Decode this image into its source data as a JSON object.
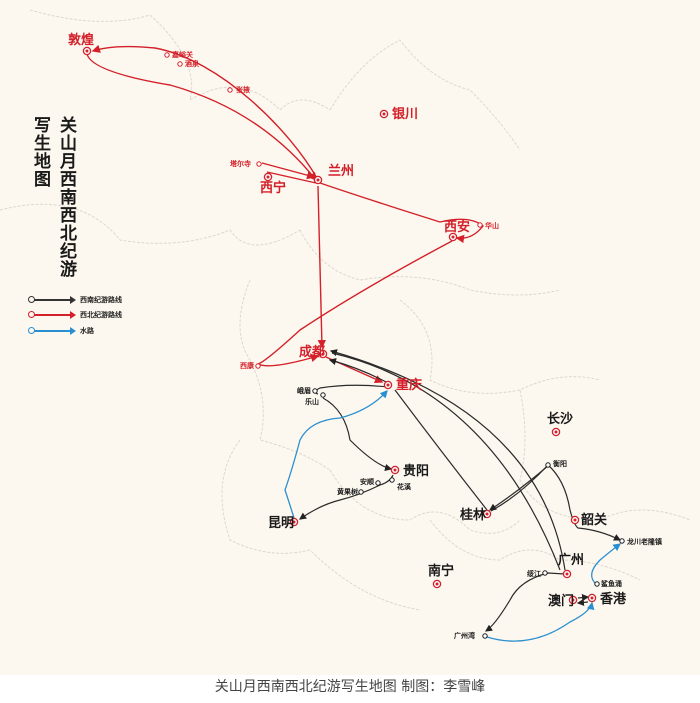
{
  "title_col1": "关山月西南西北纪游",
  "title_col2": "写生地图",
  "legend": [
    {
      "label": "西南纪游路线",
      "color": "#333333"
    },
    {
      "label": "西北纪游路线",
      "color": "#d3202a"
    },
    {
      "label": "水路",
      "color": "#2a8fd0"
    }
  ],
  "colors": {
    "background": "#fdf8ef",
    "northwest_route": "#d3202a",
    "southwest_route": "#333333",
    "waterway": "#2a8fd0",
    "border": "#dcd8d0"
  },
  "major_places": [
    {
      "name": "敦煌",
      "color": "#d3202a"
    },
    {
      "name": "银川",
      "color": "#d3202a"
    },
    {
      "name": "兰州",
      "color": "#d3202a"
    },
    {
      "name": "西宁",
      "color": "#d3202a"
    },
    {
      "name": "西安",
      "color": "#d3202a"
    },
    {
      "name": "成都",
      "color": "#d3202a"
    },
    {
      "name": "重庆",
      "color": "#d3202a"
    },
    {
      "name": "长沙",
      "color": "#1a1a1a"
    },
    {
      "name": "贵阳",
      "color": "#1a1a1a"
    },
    {
      "name": "桂林",
      "color": "#1a1a1a"
    },
    {
      "name": "韶关",
      "color": "#1a1a1a"
    },
    {
      "name": "昆明",
      "color": "#1a1a1a"
    },
    {
      "name": "南宁",
      "color": "#1a1a1a"
    },
    {
      "name": "广州",
      "color": "#1a1a1a"
    },
    {
      "name": "澳门",
      "color": "#1a1a1a"
    },
    {
      "name": "香港",
      "color": "#1a1a1a"
    }
  ],
  "minor_places": [
    {
      "name": "嘉峪关",
      "color": "#d3202a"
    },
    {
      "name": "酒泉",
      "color": "#d3202a"
    },
    {
      "name": "张掖",
      "color": "#d3202a"
    },
    {
      "name": "塔尔寺",
      "color": "#d3202a"
    },
    {
      "name": "华山",
      "color": "#d3202a"
    },
    {
      "name": "西康",
      "color": "#d3202a"
    },
    {
      "name": "峨眉",
      "color": "#1a1a1a"
    },
    {
      "name": "乐山",
      "color": "#1a1a1a"
    },
    {
      "name": "安顺",
      "color": "#1a1a1a"
    },
    {
      "name": "花溪",
      "color": "#1a1a1a"
    },
    {
      "name": "黄果树",
      "color": "#1a1a1a"
    },
    {
      "name": "衡阳",
      "color": "#1a1a1a"
    },
    {
      "name": "绥江",
      "color": "#1a1a1a"
    },
    {
      "name": "龙川老隆镇",
      "color": "#1a1a1a"
    },
    {
      "name": "鲨鱼涌",
      "color": "#1a1a1a"
    },
    {
      "name": "广州湾",
      "color": "#1a1a1a"
    }
  ],
  "caption": "关山月西南西北纪游写生地图  制图：李雪峰"
}
